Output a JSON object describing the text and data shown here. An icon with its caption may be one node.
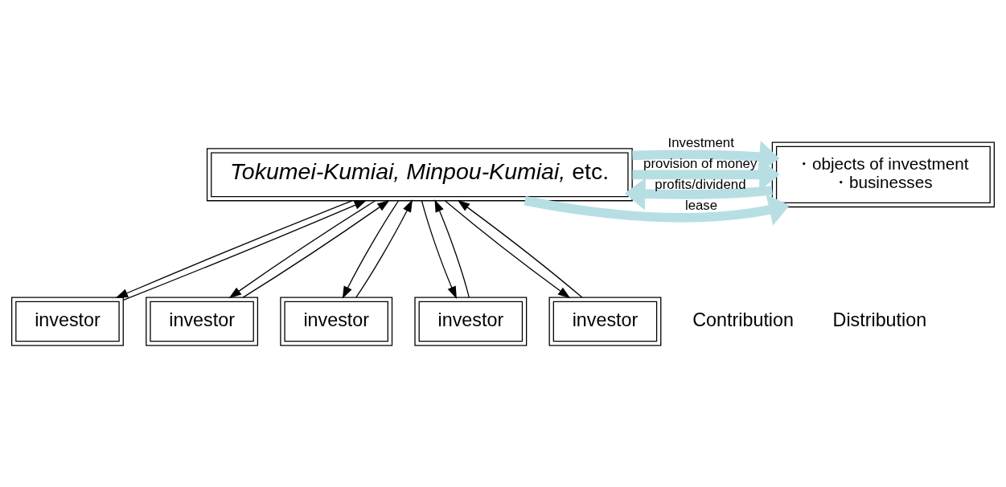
{
  "diagram": {
    "nodes": [
      {
        "text": [
          "*Tokumei-Kumiai, Minpou-Kumiai,* etc."
        ]
      },
      {
        "text": [
          "・objects of investment",
          "・businesses"
        ]
      },
      {
        "text": [
          "investor"
        ]
      },
      {
        "text": [
          "investor"
        ]
      },
      {
        "text": [
          "investor"
        ]
      },
      {
        "text": [
          "investor"
        ]
      },
      {
        "text": [
          "investor"
        ]
      }
    ],
    "edges": [
      {
        "from": 0,
        "to": 1,
        "arrow": "to",
        "label": "Investment",
        "style": "thick",
        "color": "#b7dfe3"
      },
      {
        "from": 0,
        "to": 1,
        "arrow": "to",
        "label": "provision of money",
        "style": "thick",
        "color": "#b7dfe3"
      },
      {
        "from": 0,
        "to": 1,
        "arrow": "to",
        "label": "lease",
        "style": "thick",
        "color": "#b7dfe3"
      },
      {
        "from": 1,
        "to": 0,
        "arrow": "to",
        "label": "profits/dividend",
        "style": "thick",
        "color": "#b7dfe3"
      },
      {
        "from": 2,
        "to": 0,
        "arrow": "to"
      },
      {
        "from": 4,
        "to": 0,
        "arrow": "to"
      },
      {
        "from": 3,
        "to": 0,
        "arrow": "to"
      },
      {
        "from": 6,
        "to": 0,
        "arrow": "to"
      },
      {
        "from": 5,
        "to": 0,
        "arrow": "to"
      },
      {
        "from": 0,
        "to": 2,
        "arrow": "to"
      },
      {
        "from": 0,
        "to": 3,
        "arrow": "to"
      },
      {
        "from": 0,
        "to": 4,
        "arrow": "to"
      },
      {
        "from": 0,
        "to": 6,
        "arrow": "to"
      },
      {
        "from": 0,
        "to": 5,
        "arrow": "to"
      }
    ],
    "labels": [
      "Contribution",
      "Distribution"
    ]
  }
}
